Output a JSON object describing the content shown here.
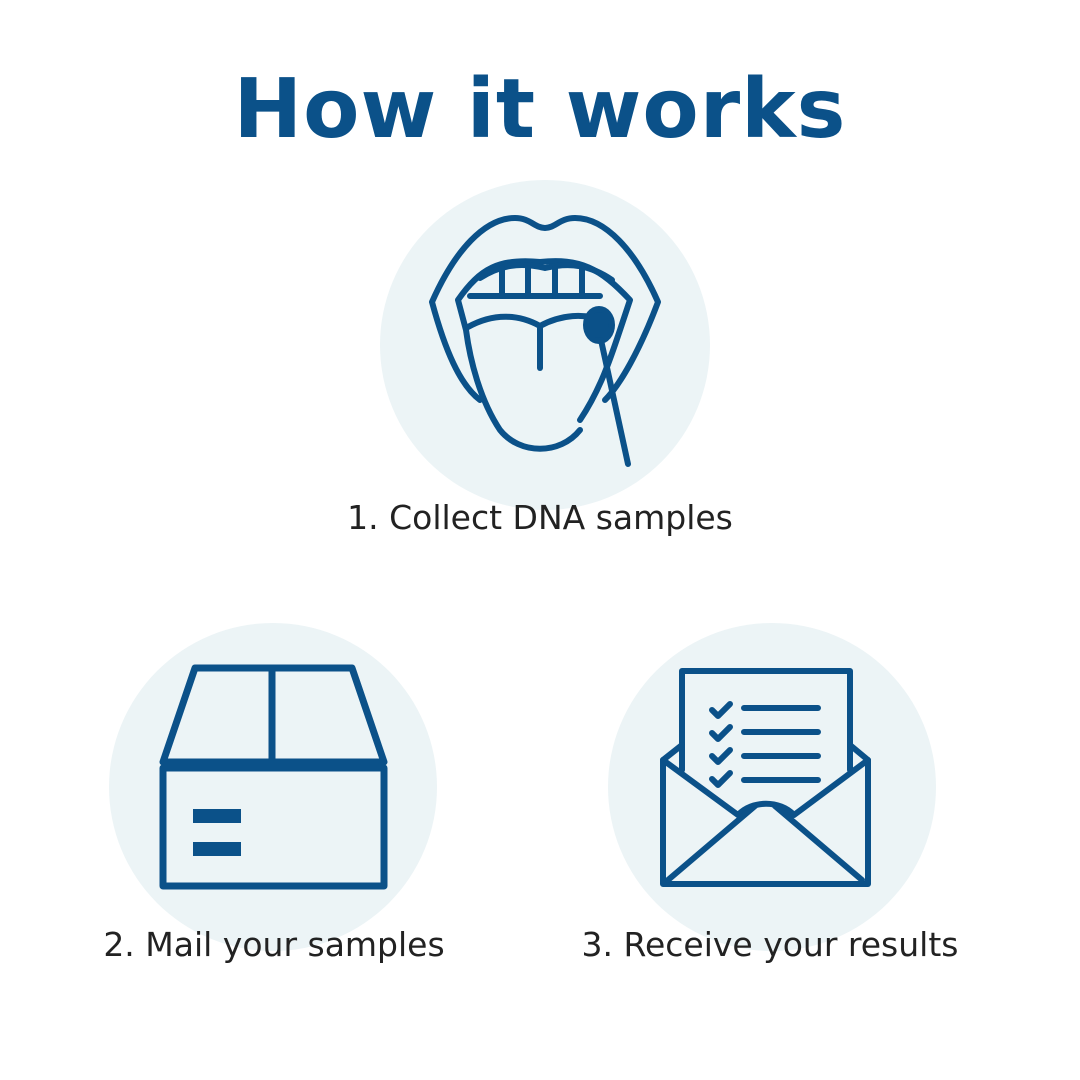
{
  "title": "How it works",
  "colors": {
    "accent": "#0b5189",
    "circle": "#ecf4f6",
    "text": "#222222"
  },
  "steps": [
    {
      "label": "1. Collect DNA samples",
      "icon": "mouth-swab-icon"
    },
    {
      "label": "2. Mail your samples",
      "icon": "box-icon"
    },
    {
      "label": "3. Receive your results",
      "icon": "envelope-checklist-icon"
    }
  ]
}
